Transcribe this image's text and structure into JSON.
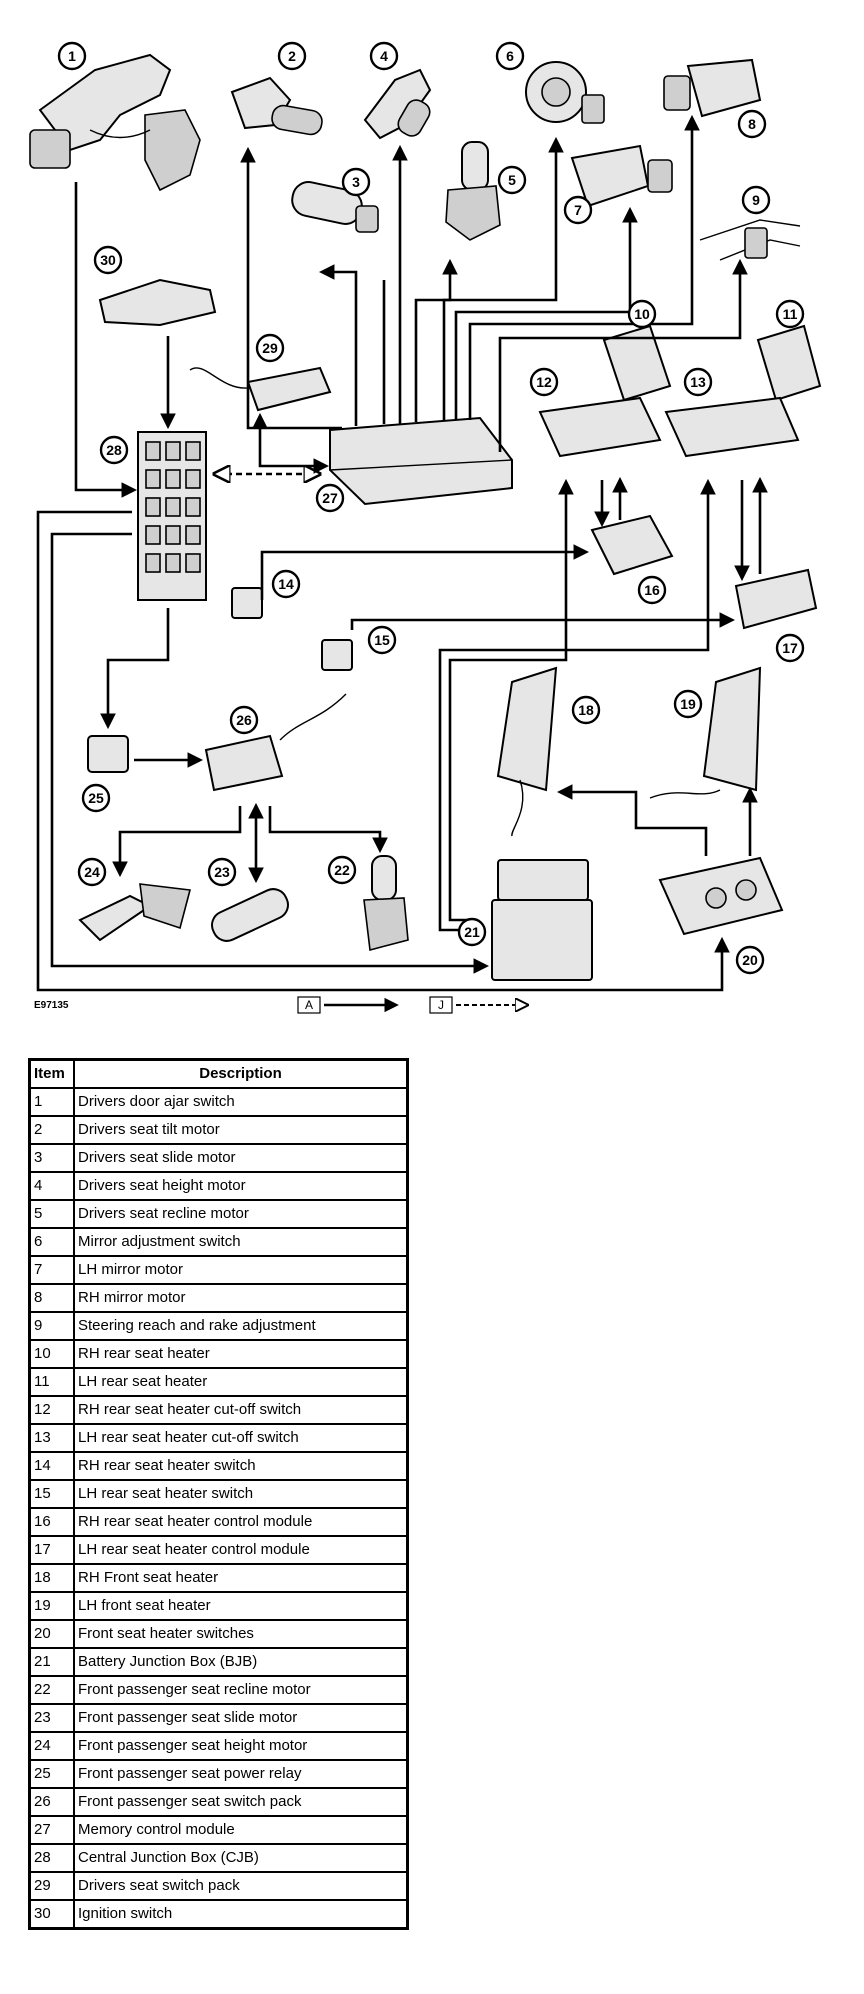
{
  "figure_id": "E97135",
  "key": [
    {
      "label": "A",
      "line": "solid"
    },
    {
      "label": "J",
      "line": "dashed"
    }
  ],
  "table": {
    "headers": {
      "item": "Item",
      "description": "Description"
    },
    "rows": [
      {
        "item": "1",
        "description": "Drivers door ajar switch"
      },
      {
        "item": "2",
        "description": "Drivers seat tilt motor"
      },
      {
        "item": "3",
        "description": "Drivers seat slide motor"
      },
      {
        "item": "4",
        "description": "Drivers seat height motor"
      },
      {
        "item": "5",
        "description": "Drivers seat recline motor"
      },
      {
        "item": "6",
        "description": "Mirror adjustment switch"
      },
      {
        "item": "7",
        "description": "LH mirror motor"
      },
      {
        "item": "8",
        "description": "RH mirror motor"
      },
      {
        "item": "9",
        "description": "Steering reach and rake adjustment"
      },
      {
        "item": "10",
        "description": "RH rear seat heater"
      },
      {
        "item": "11",
        "description": "LH rear seat heater"
      },
      {
        "item": "12",
        "description": "RH rear seat heater cut-off switch"
      },
      {
        "item": "13",
        "description": "LH rear seat heater cut-off switch"
      },
      {
        "item": "14",
        "description": "RH rear seat heater switch"
      },
      {
        "item": "15",
        "description": "LH rear seat heater switch"
      },
      {
        "item": "16",
        "description": "RH rear seat heater control module"
      },
      {
        "item": "17",
        "description": "LH rear seat heater control module"
      },
      {
        "item": "18",
        "description": "RH Front seat heater"
      },
      {
        "item": "19",
        "description": "LH front seat heater"
      },
      {
        "item": "20",
        "description": "Front seat heater switches"
      },
      {
        "item": "21",
        "description": "Battery Junction Box (BJB)"
      },
      {
        "item": "22",
        "description": "Front passenger seat recline motor"
      },
      {
        "item": "23",
        "description": "Front passenger seat slide motor"
      },
      {
        "item": "24",
        "description": "Front passenger seat height motor"
      },
      {
        "item": "25",
        "description": "Front passenger seat power relay"
      },
      {
        "item": "26",
        "description": "Front passenger seat switch pack"
      },
      {
        "item": "27",
        "description": "Memory control module"
      },
      {
        "item": "28",
        "description": "Central Junction Box (CJB)"
      },
      {
        "item": "29",
        "description": "Drivers seat switch pack"
      },
      {
        "item": "30",
        "description": "Ignition switch"
      }
    ]
  }
}
